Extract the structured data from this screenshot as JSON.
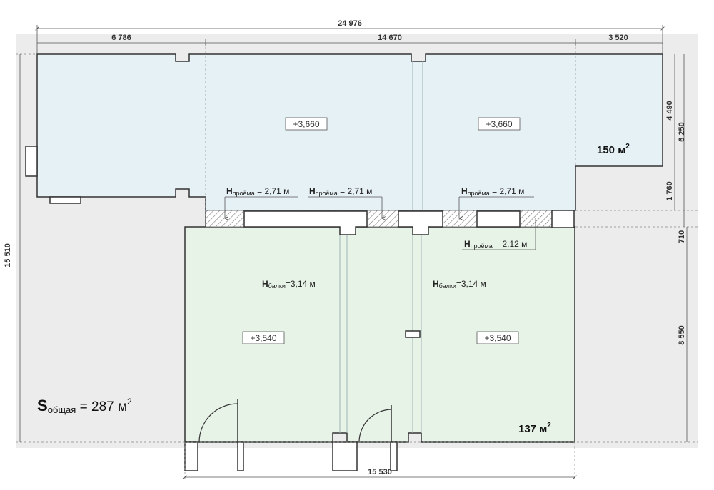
{
  "dimensions": {
    "total_width": "24 976",
    "seg_left": "6 786",
    "seg_middle": "14 670",
    "seg_right": "3 520",
    "height_total": "15 510",
    "right_4490": "4 490",
    "right_6250": "6 250",
    "right_1760": "1 760",
    "right_710": "710",
    "right_8550": "8 550",
    "bottom_width": "15 530"
  },
  "levels": {
    "upper_left": "+3,660",
    "upper_right": "+3,660",
    "lower_left": "+3,540",
    "lower_right": "+3,540"
  },
  "openings": {
    "label_h": "H",
    "sub_opening": "проёма",
    "o1": " = 2,71 м",
    "o2": " = 2,71 м",
    "o3": " = 2,71 м",
    "o4": " = 2,12 м"
  },
  "beams": {
    "label_h": "H",
    "sub_beam": "балки",
    "b1": "=3,14 м",
    "b2": "=3,14 м"
  },
  "areas": {
    "upper_value": "150 м",
    "lower_value": "137 м",
    "sup": "2"
  },
  "total": {
    "s": "S",
    "sub": "общая",
    "value": " = 287 м",
    "sup": "2"
  },
  "colors": {
    "upper_fill": "#e6f1f6",
    "lower_fill": "#e8f3e8",
    "frame_bg": "#ececec"
  }
}
